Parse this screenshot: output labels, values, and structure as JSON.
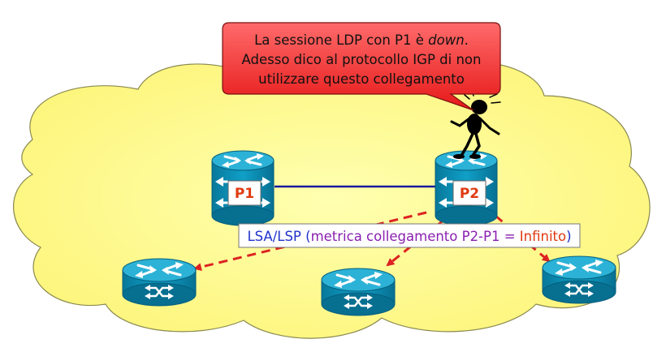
{
  "callout": {
    "line1_a": "La sessione LDP con P1 è ",
    "line1_b": "down",
    "line1_c": ".",
    "line2": "Adesso dico al protocollo IGP di non",
    "line3": "utilizzare questo collegamento"
  },
  "routers": {
    "p1": {
      "label": "P1"
    },
    "p2": {
      "label": "P2"
    }
  },
  "lsa_box": {
    "part1": "LSA/LSP (",
    "part2": "metrica collegamento P2-P1 = ",
    "part3": "Infinito",
    "part4": ")"
  },
  "colors": {
    "cloud": "#ffff99",
    "callout": "#ee2222",
    "router": "#0a8fb3",
    "link": "#1a1aa0",
    "lsa_arrow": "#dd2222",
    "label_red": "#e03a10",
    "lsa_blue": "#2233cc",
    "lsa_purple": "#8a1fb0"
  }
}
